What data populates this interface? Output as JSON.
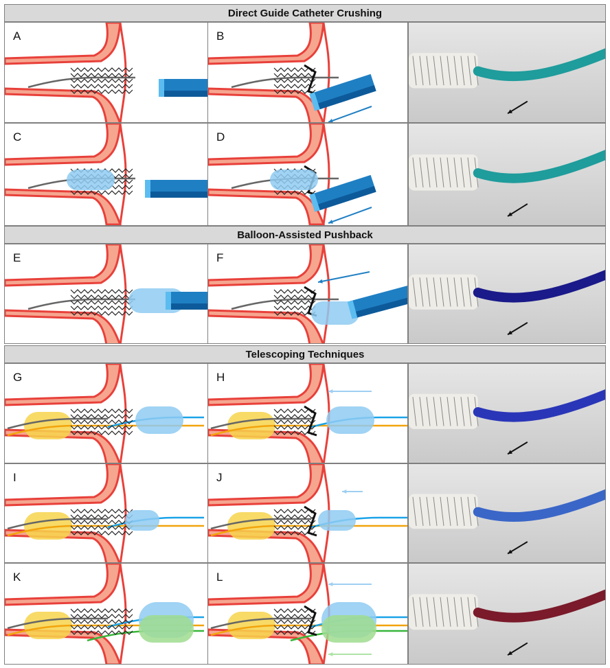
{
  "sections": [
    {
      "title": "Direct Guide Catheter Crushing"
    },
    {
      "title": "Balloon-Assisted Pushback"
    },
    {
      "title": "Telescoping Techniques"
    }
  ],
  "panel_labels": [
    "A",
    "B",
    "C",
    "D",
    "E",
    "F",
    "G",
    "H",
    "I",
    "J",
    "K",
    "L"
  ],
  "colors": {
    "vessel_wall": "#e8403a",
    "vessel_fill": "#f6a58f",
    "catheter": "#1f7fc3",
    "catheter_dark": "#0d5a9a",
    "balloon_blue": "#8fcbf2",
    "balloon_yellow": "#f7d44c",
    "wire_orange": "#f2a40c",
    "wire_blue": "#1aa3e8",
    "wire_green": "#38b63a",
    "balloon_green": "#9fdc8f",
    "header_bg": "#d9d9d9",
    "photo_bg": "#dcdcdc"
  }
}
